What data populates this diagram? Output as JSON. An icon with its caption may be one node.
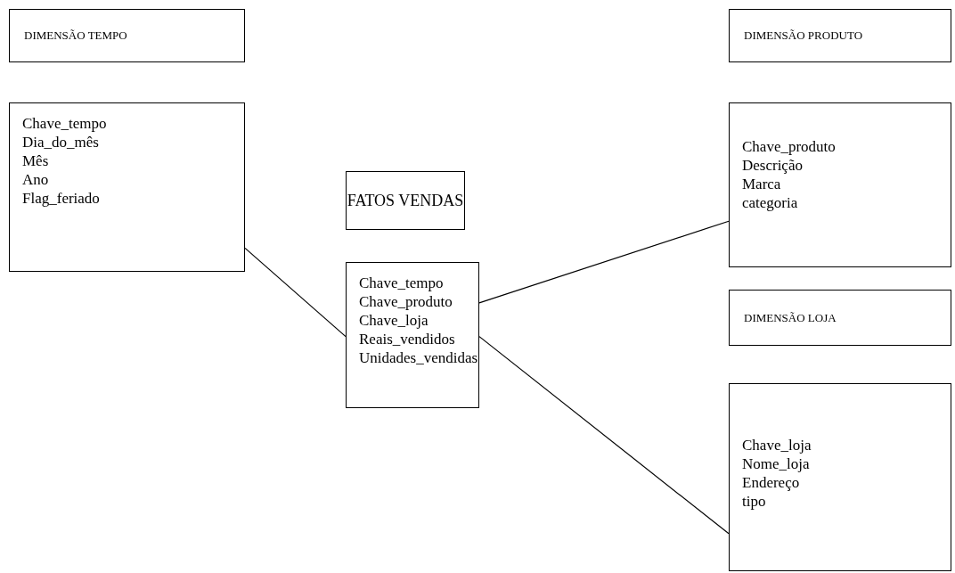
{
  "diagram": {
    "nodes": [
      {
        "text": [
          "DIMENSÃO TEMPO"
        ]
      },
      {
        "text": [
          "Chave_tempo",
          "Dia_do_mês",
          "Mês",
          "Ano",
          "Flag_feriado"
        ]
      },
      {
        "text": [
          "FATOS VENDAS"
        ]
      },
      {
        "text": [
          "Chave_tempo",
          "Chave_produto",
          "Chave_loja",
          "Reais_vendidos",
          "Unidades_vendidas"
        ]
      },
      {
        "text": [
          "DIMENSÃO PRODUTO"
        ]
      },
      {
        "text": [
          "Chave_produto",
          "Descrição",
          "Marca",
          "categoria"
        ]
      },
      {
        "text": [
          "DIMENSÃO LOJA"
        ]
      },
      {
        "text": [
          "Chave_loja",
          "Nome_loja",
          "Endereço",
          "tipo"
        ]
      }
    ],
    "edges": [
      {
        "from": 1,
        "to": 3,
        "arrow": "none"
      },
      {
        "from": 3,
        "to": 5,
        "arrow": "none"
      },
      {
        "from": 3,
        "to": 7,
        "arrow": "none"
      }
    ]
  }
}
